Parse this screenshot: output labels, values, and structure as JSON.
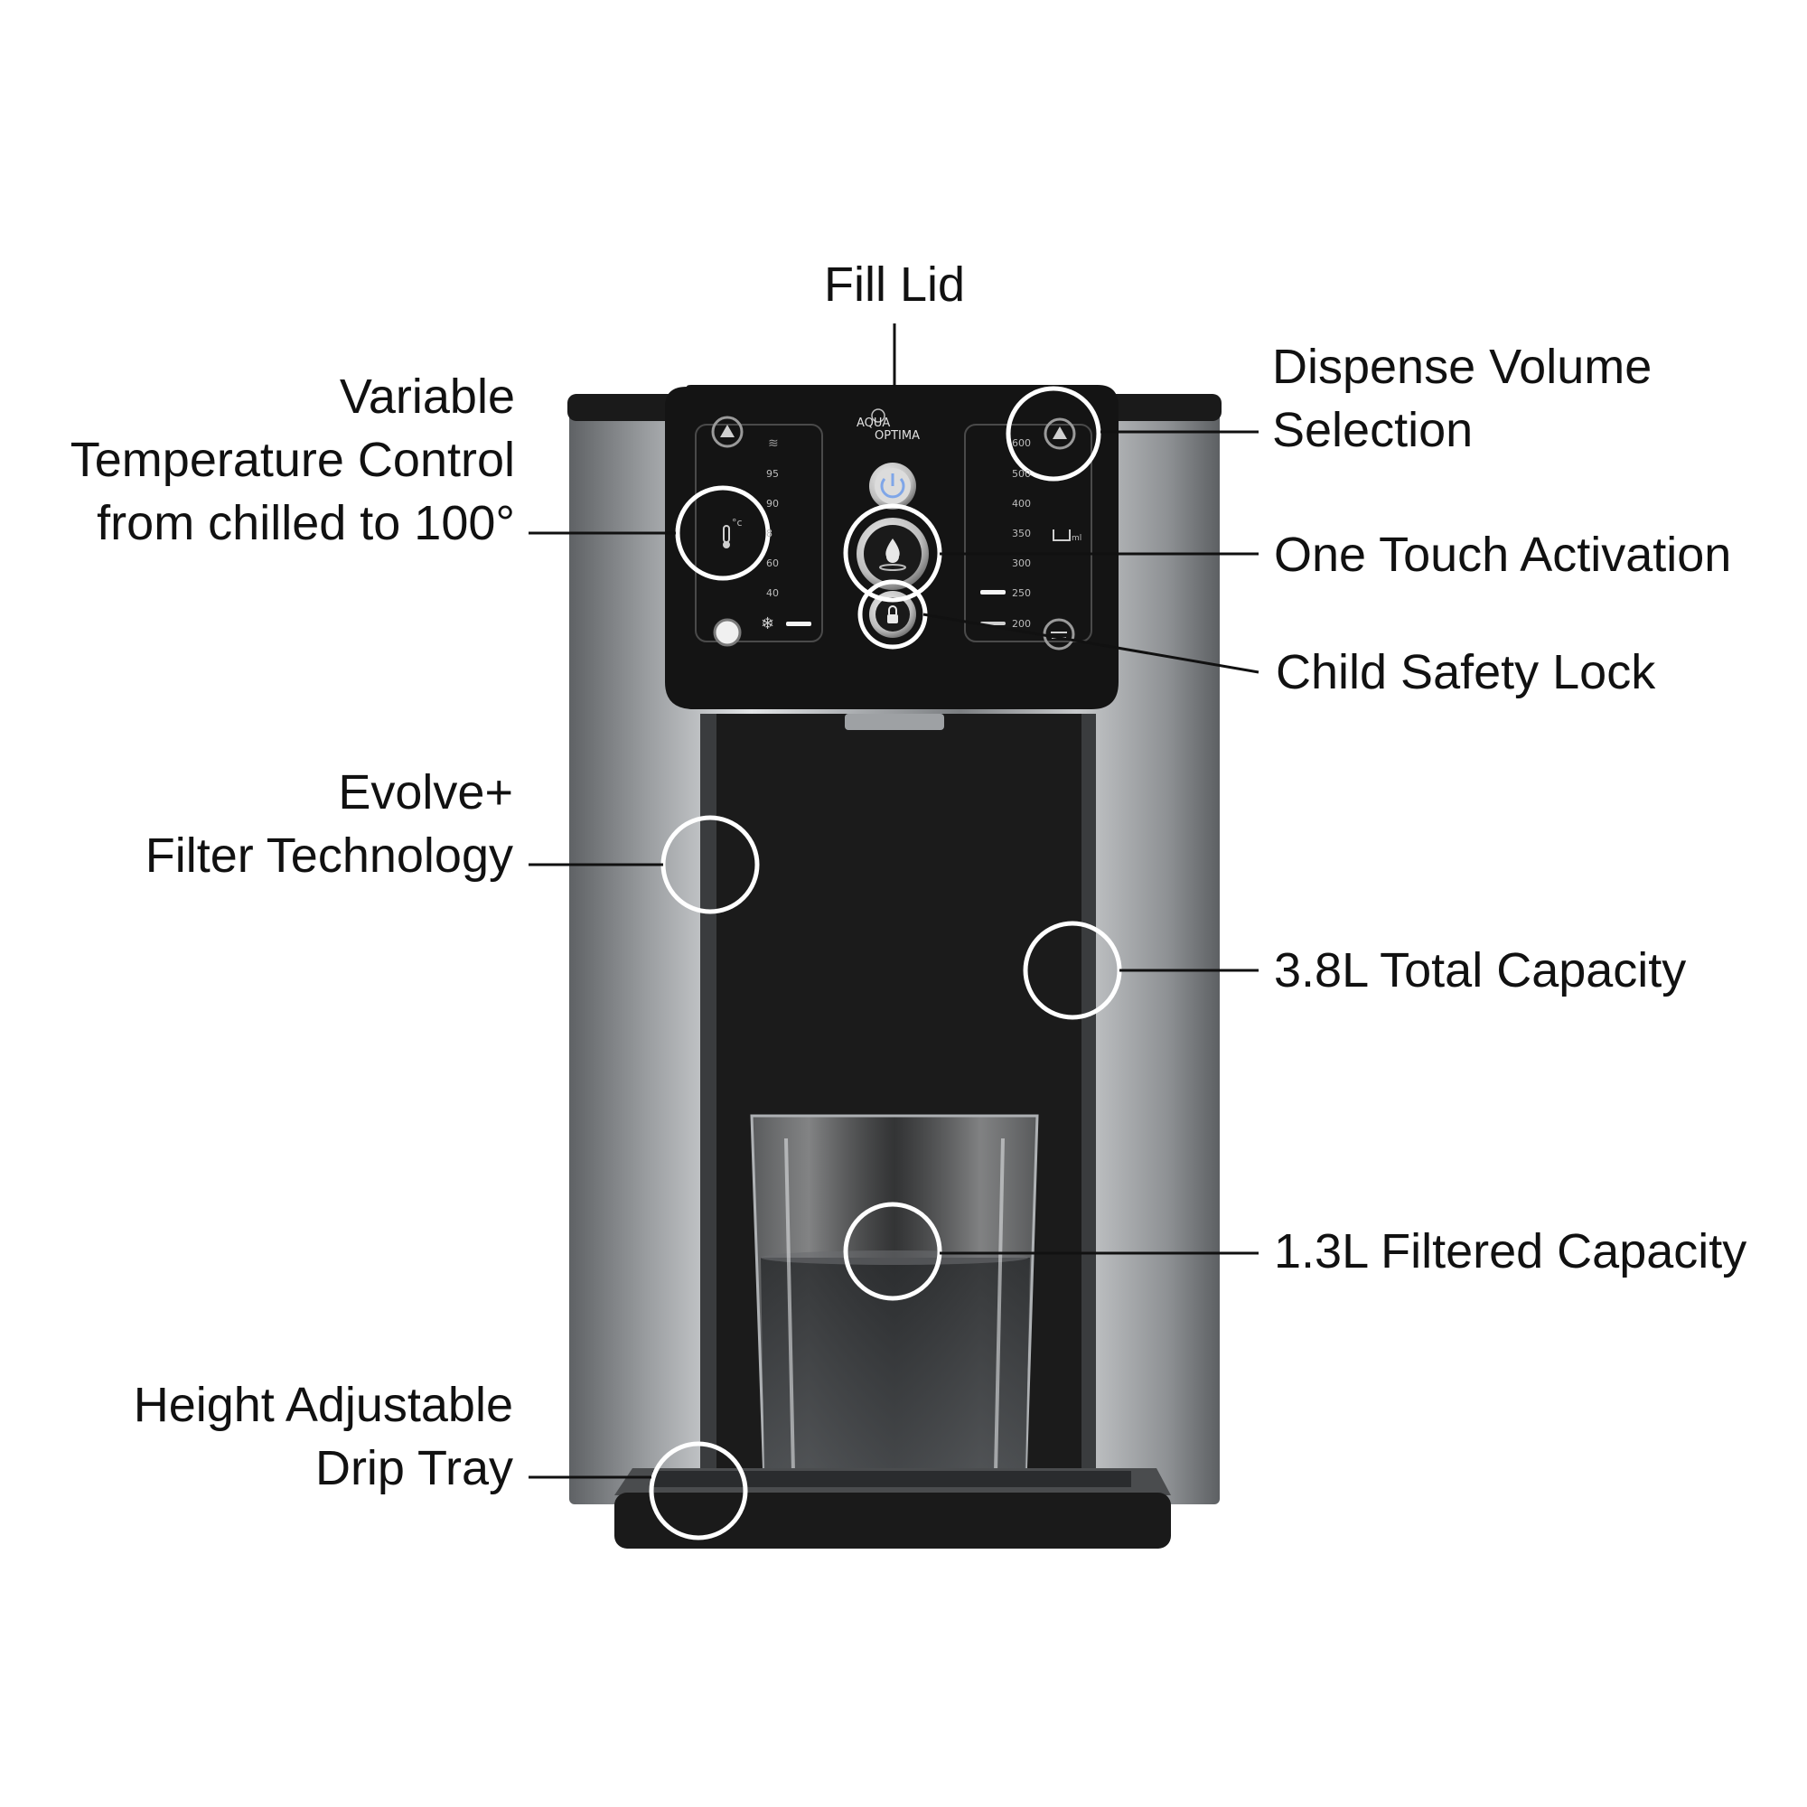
{
  "brand": {
    "line1": "AQUA",
    "line2": "OPTIMA"
  },
  "callouts": {
    "fill_lid": "Fill Lid",
    "temperature": [
      "Variable",
      "Temperature Control",
      "from chilled to 100°"
    ],
    "dispense_volume": [
      "Dispense Volume",
      "Selection"
    ],
    "one_touch": "One Touch Activation",
    "child_lock": "Child Safety Lock",
    "filter_tech": [
      "Evolve+",
      "Filter Technology"
    ],
    "total_capacity": "3.8L Total Capacity",
    "filtered_capacity": "1.3L Filtered Capacity",
    "drip_tray": [
      "Height Adjustable",
      "Drip Tray"
    ]
  },
  "panel": {
    "temp_scale": [
      "95",
      "90",
      "8",
      "60",
      "40"
    ],
    "volume_scale": [
      "600",
      "500",
      "400",
      "350",
      "300",
      "250",
      "200"
    ],
    "volume_unit": "ml",
    "temp_unit": "°c"
  },
  "colors": {
    "body_steel_dark": "#6f7275",
    "body_steel_light": "#d9dbdd",
    "panel_black": "#151515",
    "marker_circle": "#ffffff",
    "callout_line": "#111111",
    "power_blue": "#7fa6e8"
  }
}
